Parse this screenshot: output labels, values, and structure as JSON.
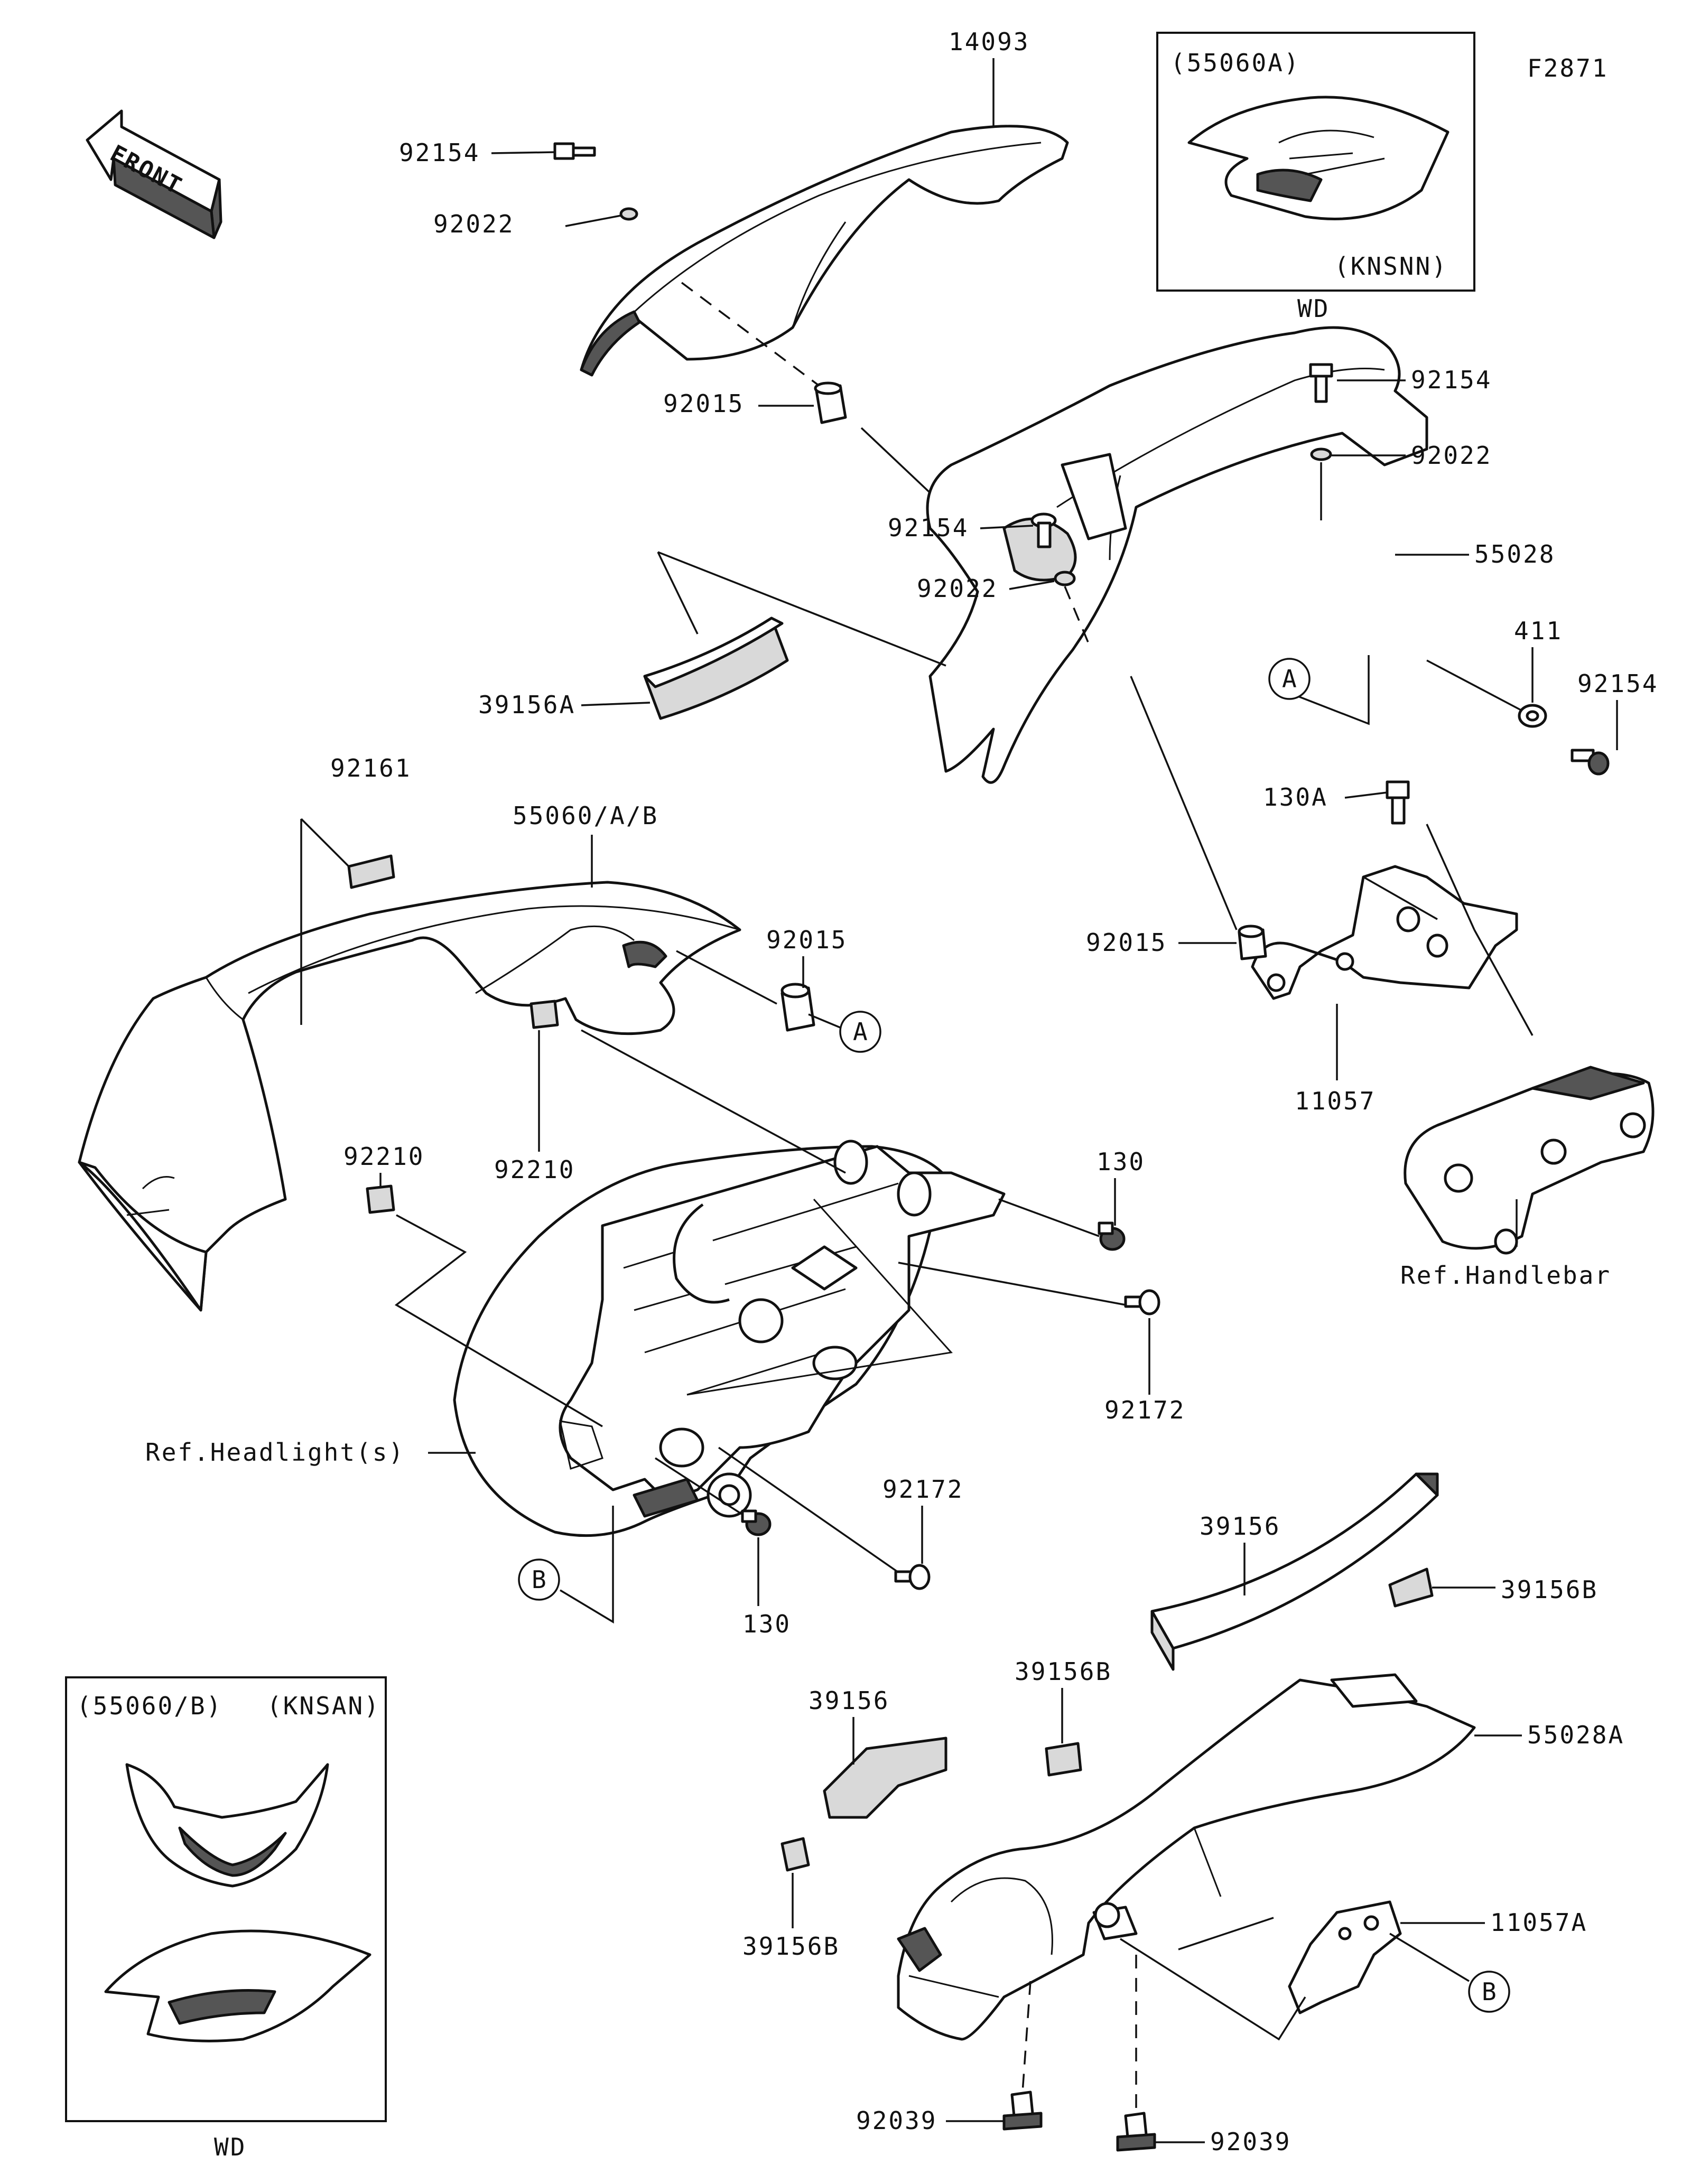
{
  "figure_code": "F2871",
  "front_arrow_label": "FRONT",
  "inset_top": {
    "code": "(55060A)",
    "variant": "(KNSNN)",
    "caption": "WD"
  },
  "inset_bottom": {
    "code": "(55060/B)",
    "variant": "(KNSAN)",
    "caption": "WD"
  },
  "callout_a": "A",
  "callout_b": "B",
  "labels": {
    "p14093": "14093",
    "p92154_top": "92154",
    "p92022_top": "92022",
    "p92015_top": "92015",
    "p92154_r1": "92154",
    "p92022_r1": "92022",
    "p92154_mid": "92154",
    "p92022_mid": "92022",
    "p55028": "55028",
    "p411": "411",
    "p92154_r2": "92154",
    "p39156A": "39156A",
    "p92161": "92161",
    "p55060AB": "55060/A/B",
    "p92015_mid": "92015",
    "p130A": "130A",
    "p92015_r": "92015",
    "p11057": "11057",
    "p92210_a": "92210",
    "p92210_b": "92210",
    "p130_top": "130",
    "p92172_r": "92172",
    "ref_handlebar": "Ref.Handlebar",
    "ref_headlight": "Ref.Headlight(s)",
    "p92172_b": "92172",
    "p130_b": "130",
    "p39156": "39156",
    "p39156B_r": "39156B",
    "p39156B_m": "39156B",
    "p39156_l": "39156",
    "p55028A": "55028A",
    "p39156B_l": "39156B",
    "p11057A": "11057A",
    "p92039_l": "92039",
    "p92039_r": "92039"
  }
}
